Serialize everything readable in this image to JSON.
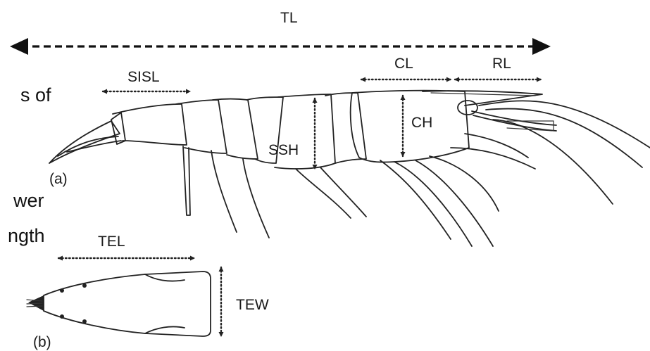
{
  "diagram": {
    "labels": {
      "tl": "TL",
      "cl": "CL",
      "rl": "RL",
      "sisl": "SISL",
      "ch": "CH",
      "ssh": "SSH",
      "tel": "TEL",
      "tew": "TEW",
      "panel_a": "(a)",
      "panel_b": "(b)"
    },
    "text_fragments": {
      "line1": "s of",
      "line2": "wer",
      "line3": "ngth"
    }
  }
}
